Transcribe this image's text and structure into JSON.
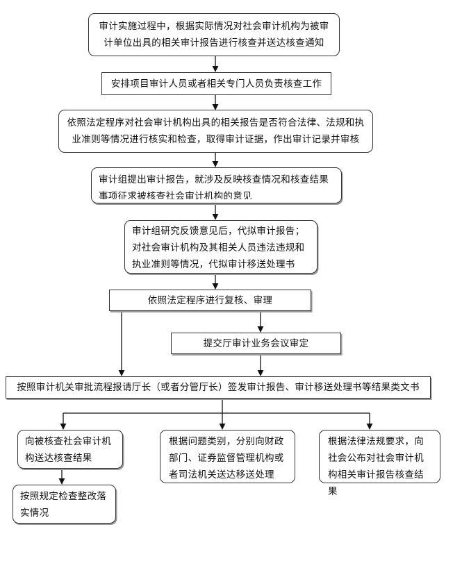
{
  "steps": {
    "s1": "审计实施过程中，根据实际情况对社会审计机构为被审计单位出具的相关审计报告进行核查并送达核查通知",
    "s2": "安排项目审计人员或者相关专门人员负责核查工作",
    "s3": "依照法定程序对社会审计机构出具的相关报告是否符合法律、法规和执业准则等情况进行核实和检查，取得审计证据，作出审计记录并审核",
    "s4": "审计组提出审计报告，就涉及反映核查情况和核查结果事项征求被核查社会审计机构的意见",
    "s5_line1": "审计组研究反馈意见后，代拟审计报告；",
    "s5_line2": "对社会审计机构及其相关人员违法违规和执业准则等情况，代拟审计移送处理书",
    "s6": "依照法定程序进行复核、审理",
    "s7": "提交厅审计业务会议审定",
    "s8": "按照审计机关审批流程报请厅长（或者分管厅长）签发审计报告、审计移送处理书等结果类文书",
    "s9": "向被核查社会审计机构送达核查结果",
    "s10": "根据问题类别，分别向财政部门、证券监督管理机构或者司法机关送达移送处理",
    "s11": "根据法律法规要求，向社会公布对社会审计机构相关审计报告核查结果",
    "s12": "按照规定检查整改落实情况"
  }
}
